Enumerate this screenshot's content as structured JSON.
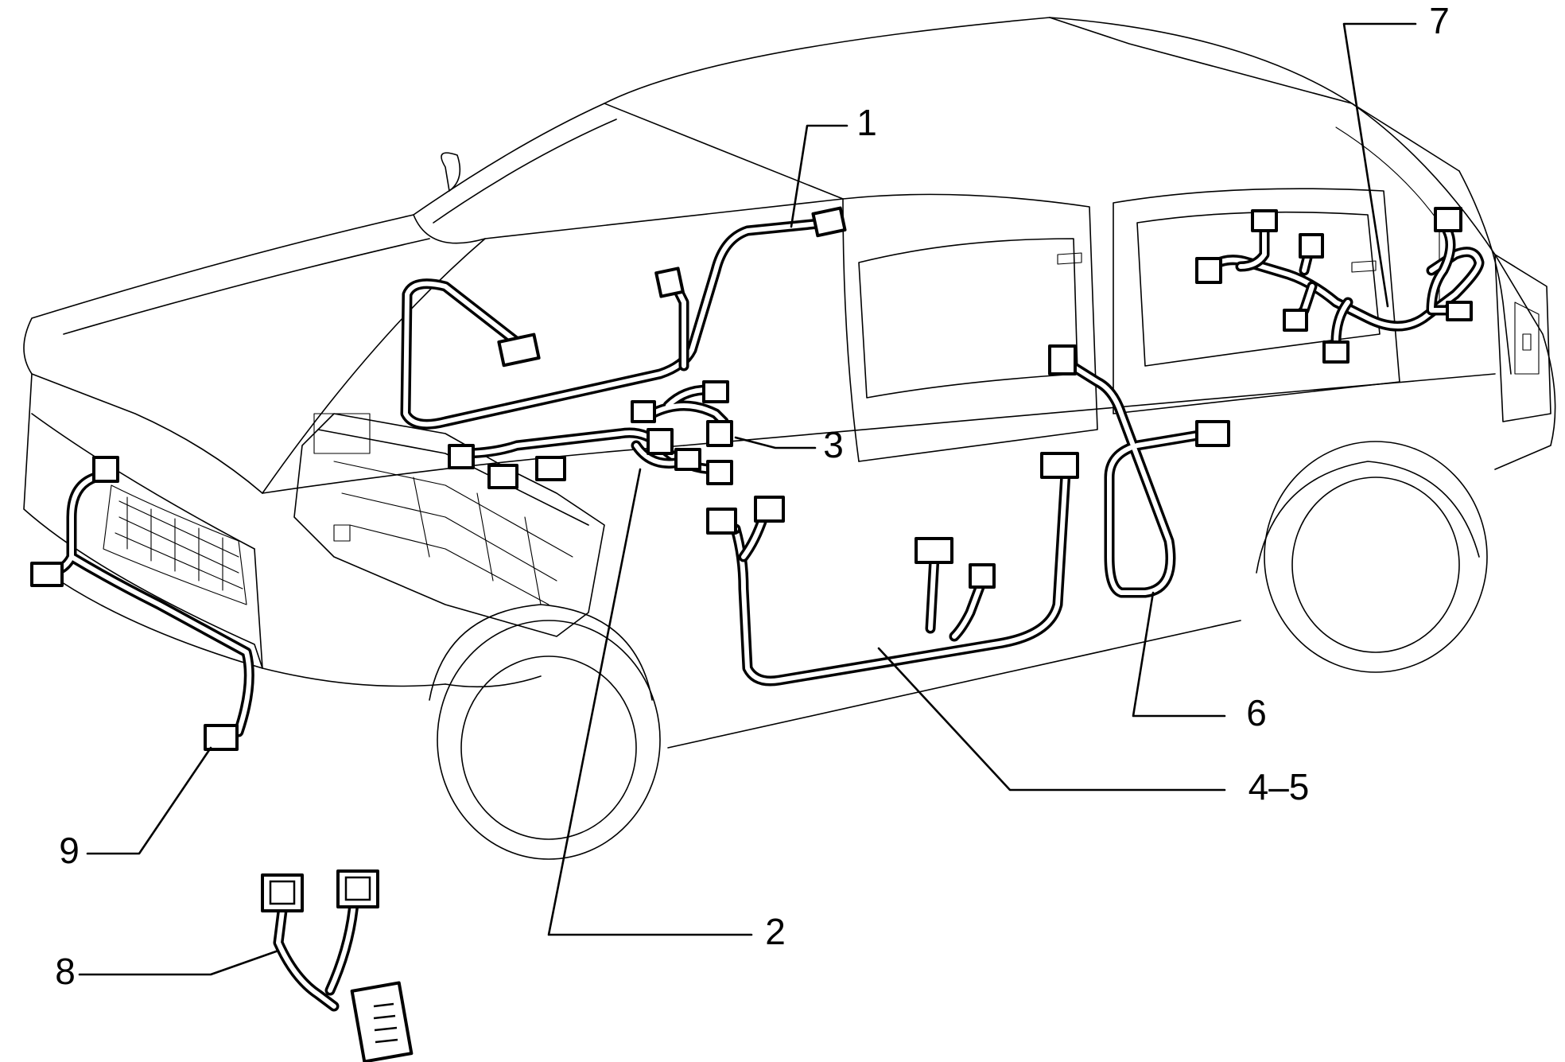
{
  "callouts": [
    {
      "id": "1",
      "text": "1"
    },
    {
      "id": "2",
      "text": "2"
    },
    {
      "id": "3",
      "text": "3"
    },
    {
      "id": "4-5",
      "text": "4–5"
    },
    {
      "id": "6",
      "text": "6"
    },
    {
      "id": "7",
      "text": "7"
    },
    {
      "id": "8",
      "text": "8"
    },
    {
      "id": "9",
      "text": "9"
    }
  ]
}
